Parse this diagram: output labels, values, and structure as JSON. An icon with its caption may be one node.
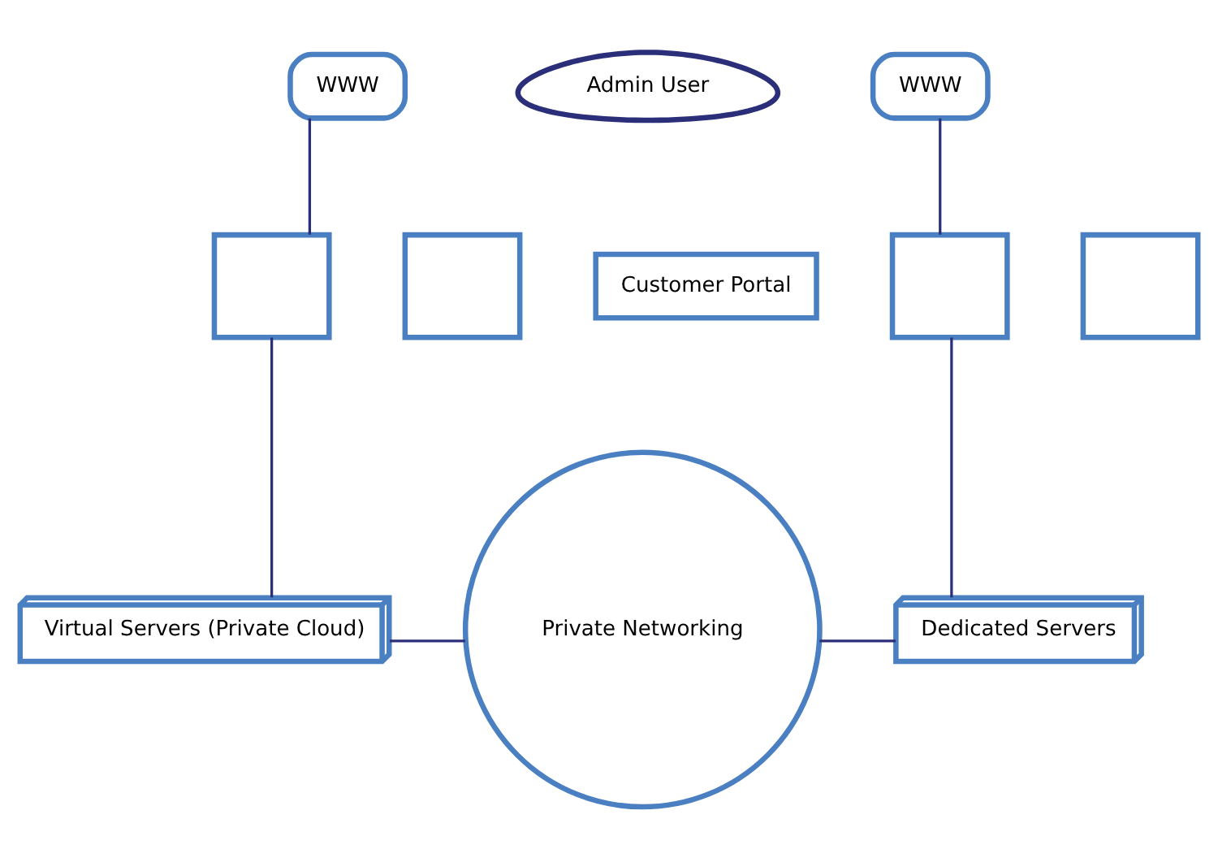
{
  "diagram": {
    "nodes": [
      {
        "text": [
          "WWW"
        ]
      },
      {
        "text": [
          "Admin User"
        ]
      },
      {
        "text": [
          "WWW"
        ]
      },
      {
        "text": [],
        "shape": "box"
      },
      {
        "text": [],
        "shape": "box"
      },
      {
        "text": [
          "Customer Portal"
        ]
      },
      {
        "text": [],
        "shape": "box"
      },
      {
        "text": [],
        "shape": "box"
      },
      {
        "text": [
          "Virtual Servers (Private Cloud)"
        ]
      },
      {
        "text": [
          "Private Networking"
        ]
      },
      {
        "text": [
          "Dedicated Servers"
        ]
      }
    ],
    "edges": [
      {
        "from": 0,
        "to": 3,
        "arrow": "none"
      },
      {
        "from": 3,
        "to": 8,
        "arrow": "none"
      },
      {
        "from": 2,
        "to": 6,
        "arrow": "none"
      },
      {
        "from": 6,
        "to": 10,
        "arrow": "none"
      },
      {
        "from": 8,
        "to": 9,
        "arrow": "none"
      },
      {
        "from": 9,
        "to": 10,
        "arrow": "none"
      }
    ]
  }
}
